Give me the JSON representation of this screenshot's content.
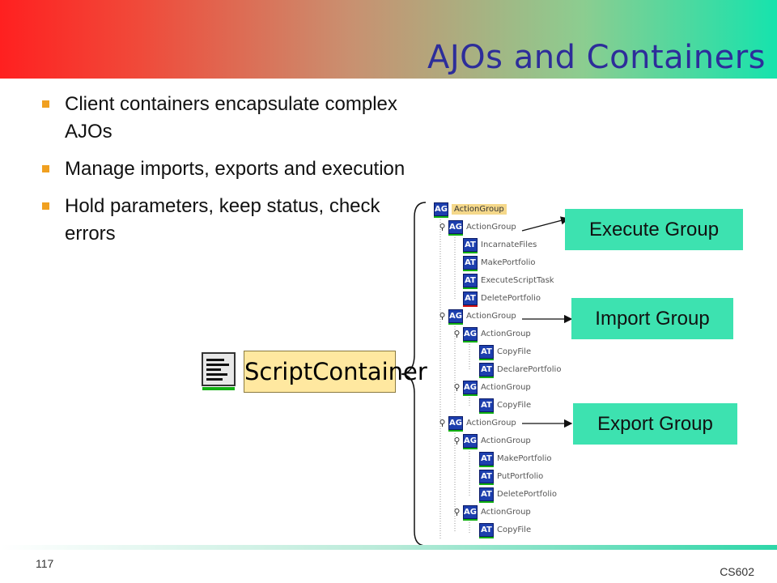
{
  "slide": {
    "title": "AJOs and Containers",
    "bullets": [
      "Client containers encapsulate complex AJOs",
      "Manage imports, exports and execution",
      "Hold parameters, keep status, check errors"
    ],
    "page_number": "117",
    "course": "CS602"
  },
  "container": {
    "label": "ScriptContainer",
    "icon": "script-document-icon"
  },
  "tree": [
    {
      "badge": "AG",
      "label": "ActionGroup"
    },
    {
      "badge": "AG",
      "label": "ActionGroup"
    },
    {
      "badge": "AT",
      "label": "IncarnateFiles"
    },
    {
      "badge": "AT",
      "label": "MakePortfolio"
    },
    {
      "badge": "AT",
      "label": "ExecuteScriptTask"
    },
    {
      "badge": "AT",
      "label": "DeletePortfolio"
    },
    {
      "badge": "AG",
      "label": "ActionGroup"
    },
    {
      "badge": "AG",
      "label": "ActionGroup"
    },
    {
      "badge": "AT",
      "label": "CopyFile"
    },
    {
      "badge": "AT",
      "label": "DeclarePortfolio"
    },
    {
      "badge": "AG",
      "label": "ActionGroup"
    },
    {
      "badge": "AT",
      "label": "CopyFile"
    },
    {
      "badge": "AG",
      "label": "ActionGroup"
    },
    {
      "badge": "AG",
      "label": "ActionGroup"
    },
    {
      "badge": "AT",
      "label": "MakePortfolio"
    },
    {
      "badge": "AT",
      "label": "PutPortfolio"
    },
    {
      "badge": "AT",
      "label": "DeletePortfolio"
    },
    {
      "badge": "AG",
      "label": "ActionGroup"
    },
    {
      "badge": "AT",
      "label": "CopyFile"
    }
  ],
  "callouts": {
    "execute": "Execute Group",
    "import": "Import Group",
    "export": "Export Group"
  },
  "colors": {
    "title": "#2d2d9a",
    "callout": "#3de2b0",
    "bullet": "#f0a020",
    "badge": "#1d3fae"
  }
}
